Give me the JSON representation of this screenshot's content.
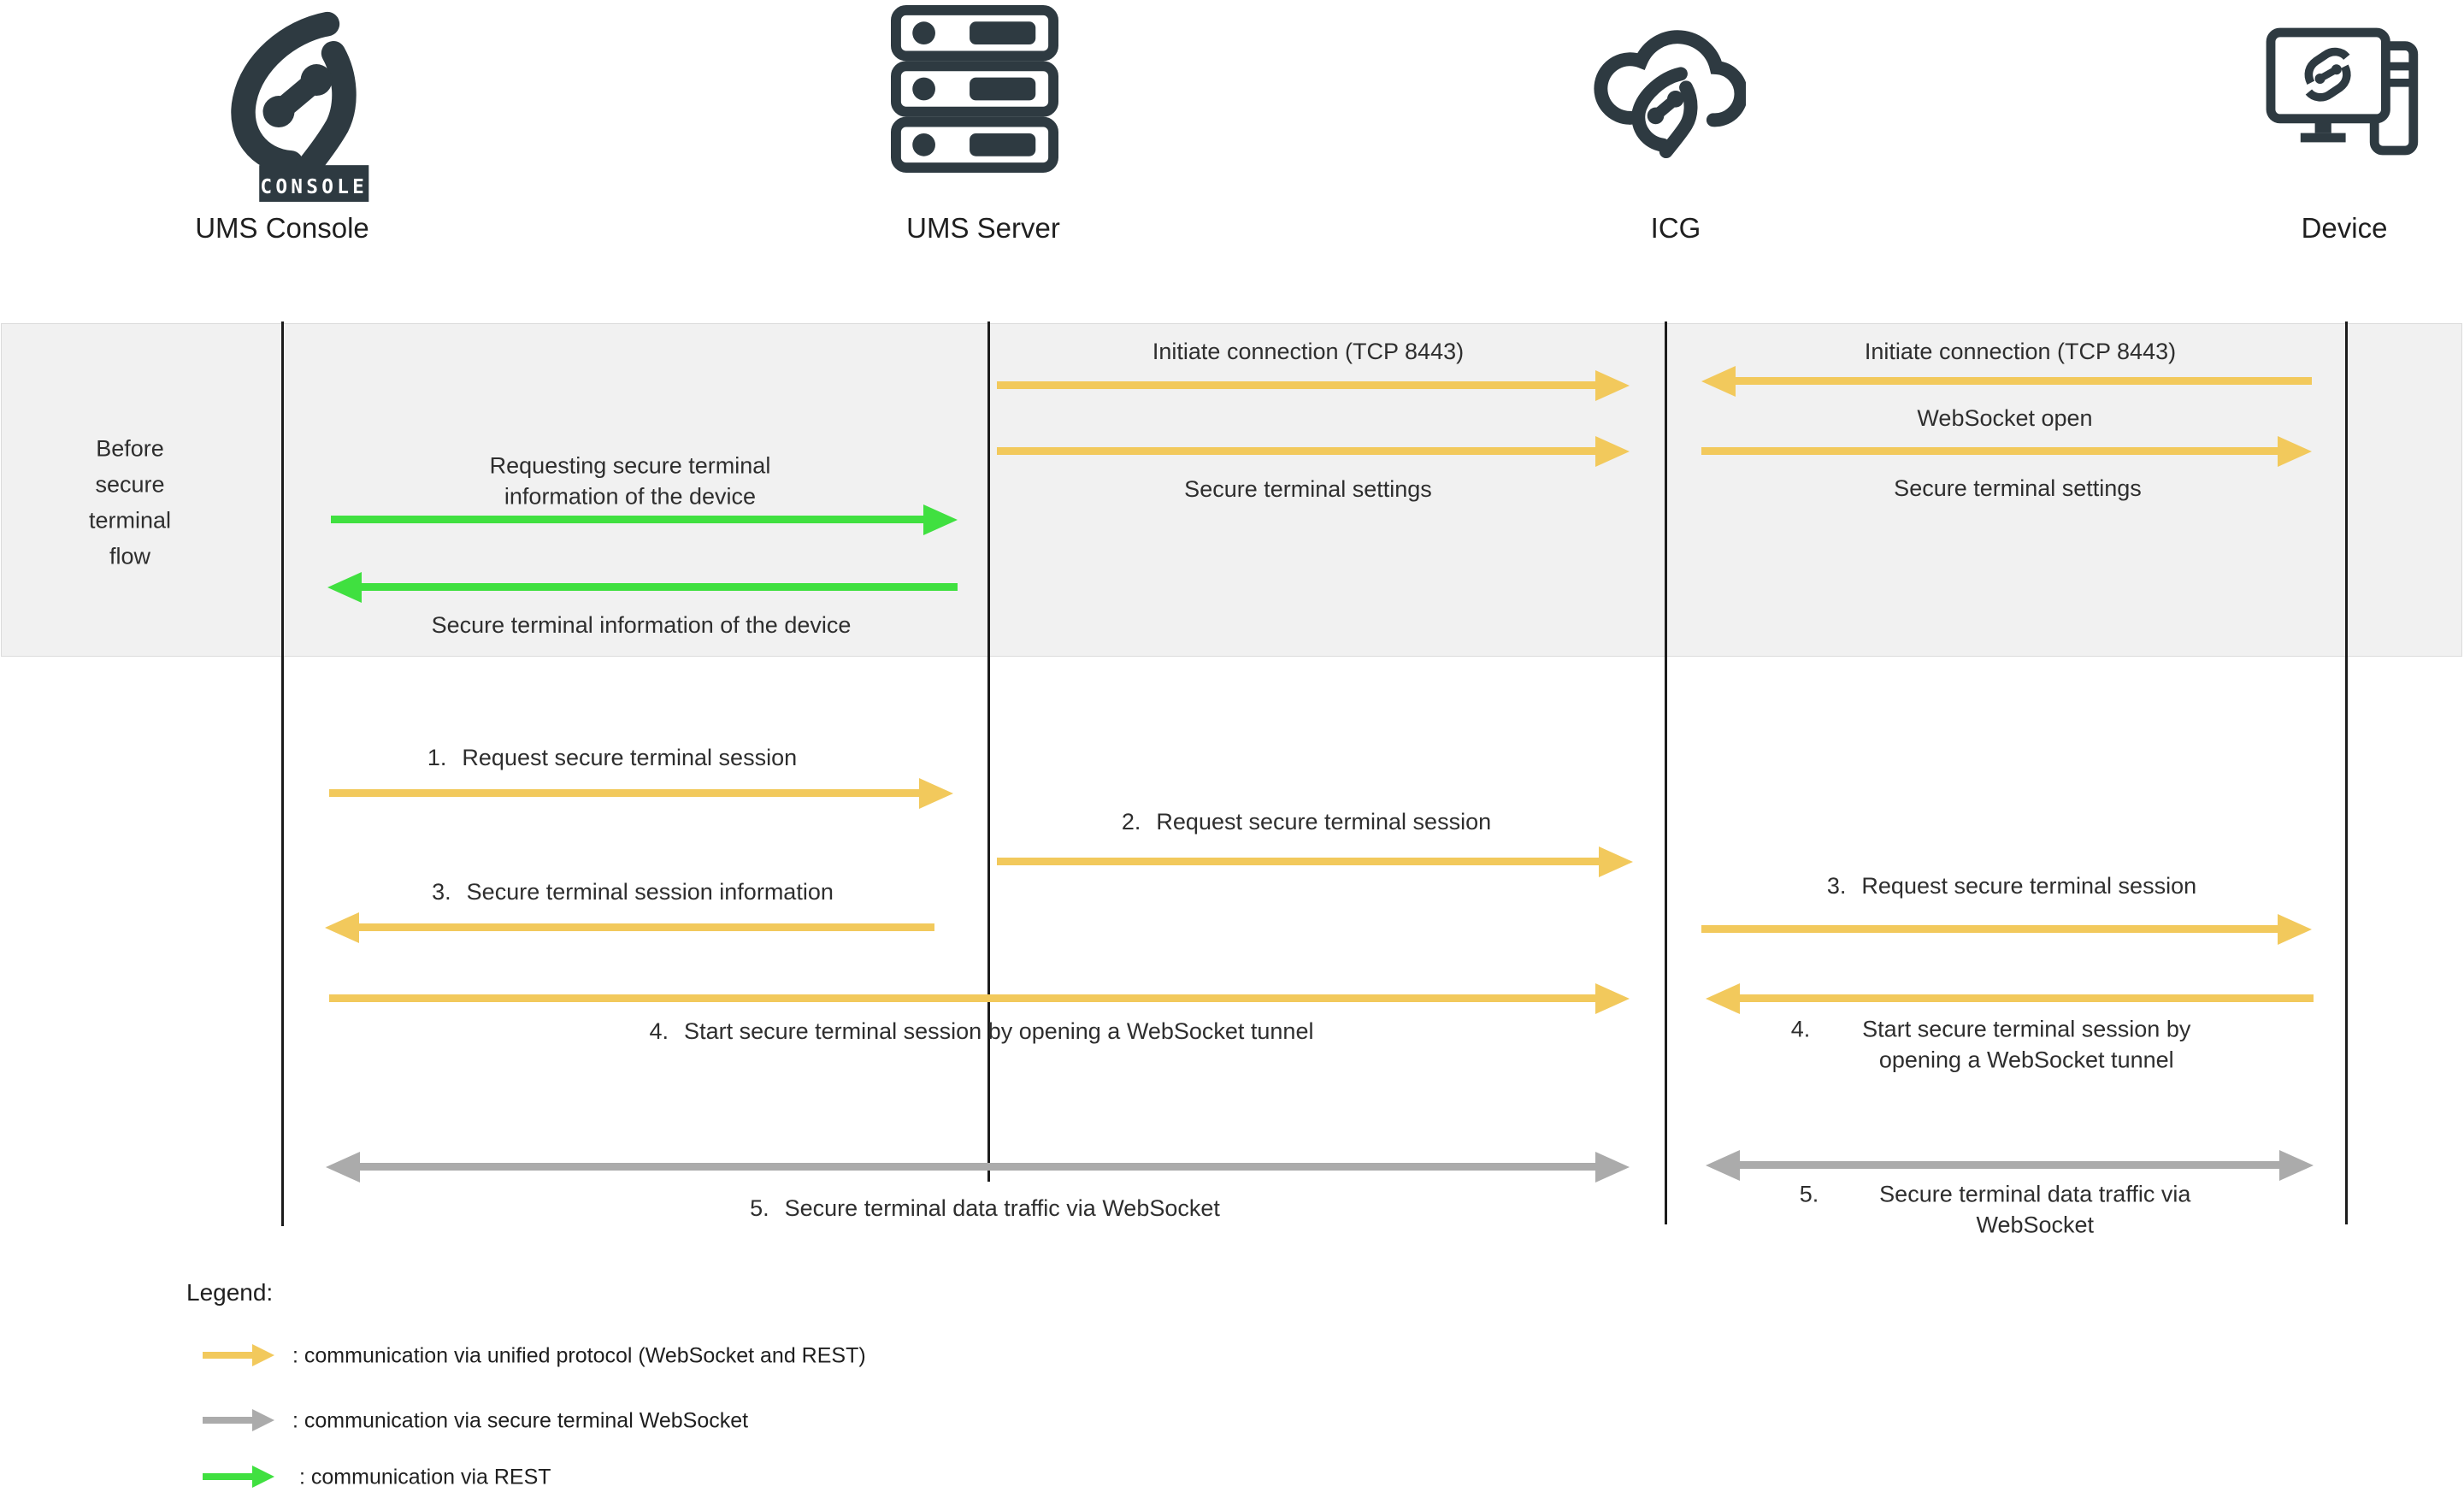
{
  "colors": {
    "arrow_unified": "#F2C95C",
    "arrow_secure_ws": "#ABABAB",
    "arrow_rest": "#40E040",
    "icon_dark": "#2E3A41",
    "band_bg": "#F1F1F1",
    "band_border": "#DBDBDB",
    "text": "#2E2E2E",
    "lifeline": "#1C1C1C"
  },
  "actors": [
    {
      "label": "UMS Console",
      "badge": "CONSOLE"
    },
    {
      "label": "UMS Server"
    },
    {
      "label": "ICG"
    },
    {
      "label": "Device"
    }
  ],
  "before_flow": {
    "row_label": "Before secure terminal flow",
    "initiate_ums_server_icg": "Initiate connection (TCP 8443)",
    "initiate_device_icg": "Initiate connection (TCP 8443)",
    "websocket_open": "WebSocket open",
    "secure_settings_ums_icg": "Secure terminal settings",
    "secure_settings_icg_device": "Secure terminal settings",
    "request_info": "Requesting secure terminal information of the device",
    "info_response": "Secure terminal information of the device"
  },
  "steps": {
    "s1": {
      "num": "1.",
      "text": "Request secure terminal session"
    },
    "s2": {
      "num": "2.",
      "text": "Request secure terminal session"
    },
    "s3_console": {
      "num": "3.",
      "text": "Secure terminal session information"
    },
    "s3_device": {
      "num": "3.",
      "text": "Request secure terminal session"
    },
    "s4_console": {
      "num": "4.",
      "text": "Start secure terminal session by opening a WebSocket tunnel"
    },
    "s4_device": {
      "num": "4.",
      "text": "Start secure terminal session by opening a WebSocket tunnel"
    },
    "s5_console": {
      "num": "5.",
      "text": "Secure terminal data traffic via WebSocket"
    },
    "s5_device": {
      "num": "5.",
      "text": "Secure terminal data traffic via WebSocket"
    }
  },
  "legend": {
    "title": "Legend:",
    "items": [
      {
        "kind": "unified-protocol",
        "text": ": communication via unified protocol (WebSocket and REST)"
      },
      {
        "kind": "secure-terminal-websocket",
        "text": ": communication via secure terminal WebSocket"
      },
      {
        "kind": "rest",
        "text": ": communication via REST"
      }
    ]
  }
}
